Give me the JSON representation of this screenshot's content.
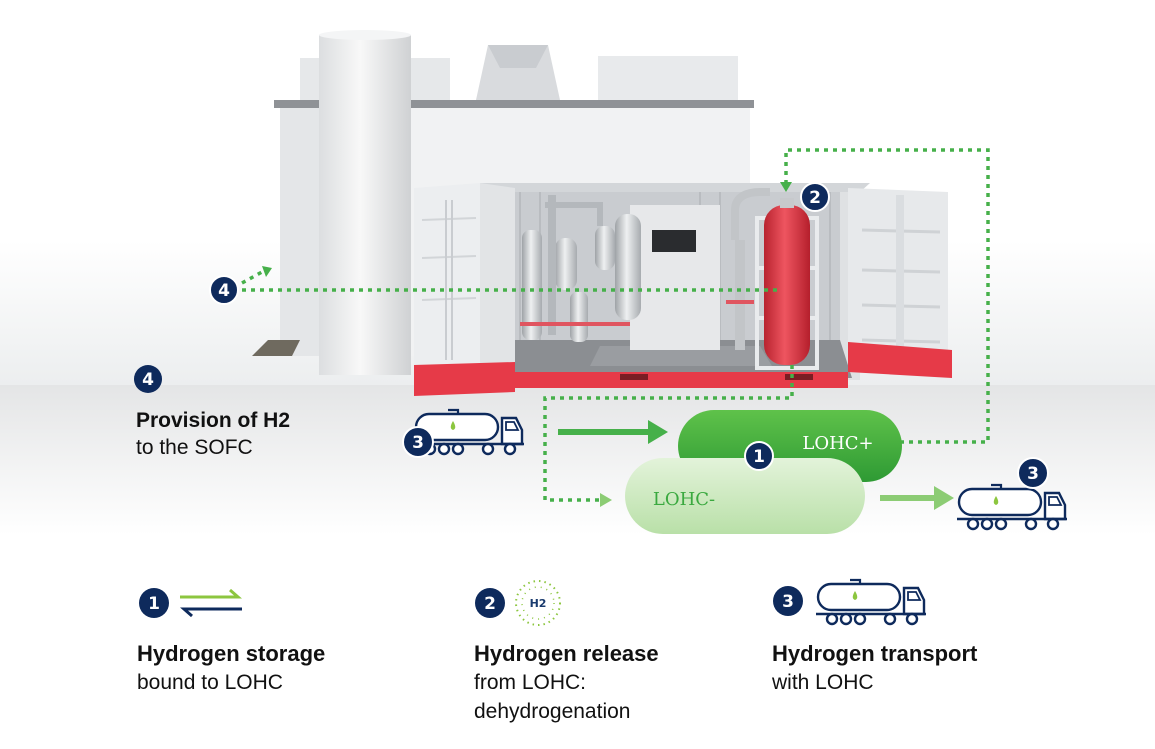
{
  "diagram": {
    "provision": {
      "number": "4",
      "title": "Provision of H2",
      "subtitle": "to the SOFC"
    },
    "badges": {
      "release": "2",
      "provision": "4",
      "storage": "1",
      "transport_in": "3",
      "transport_out": "3"
    },
    "pills": {
      "charged": "LOHC+",
      "discharged": "LOHC-"
    },
    "colors": {
      "navy": "#0e2a5c",
      "green": "#3aa93f",
      "light_green": "#c9e9bd",
      "red": "#e63a48",
      "container": "#ebedef"
    }
  },
  "legend": [
    {
      "number": "1",
      "icon": "equilibrium-arrows-icon",
      "title": "Hydrogen storage",
      "subtitle": "bound to LOHC"
    },
    {
      "number": "2",
      "icon": "h2-molecule-icon",
      "icon_text": "H2",
      "title": "Hydrogen release",
      "subtitle": "from LOHC:\ndehydrogenation"
    },
    {
      "number": "3",
      "icon": "tanker-truck-icon",
      "title": "Hydrogen transport",
      "subtitle": "with LOHC"
    }
  ]
}
